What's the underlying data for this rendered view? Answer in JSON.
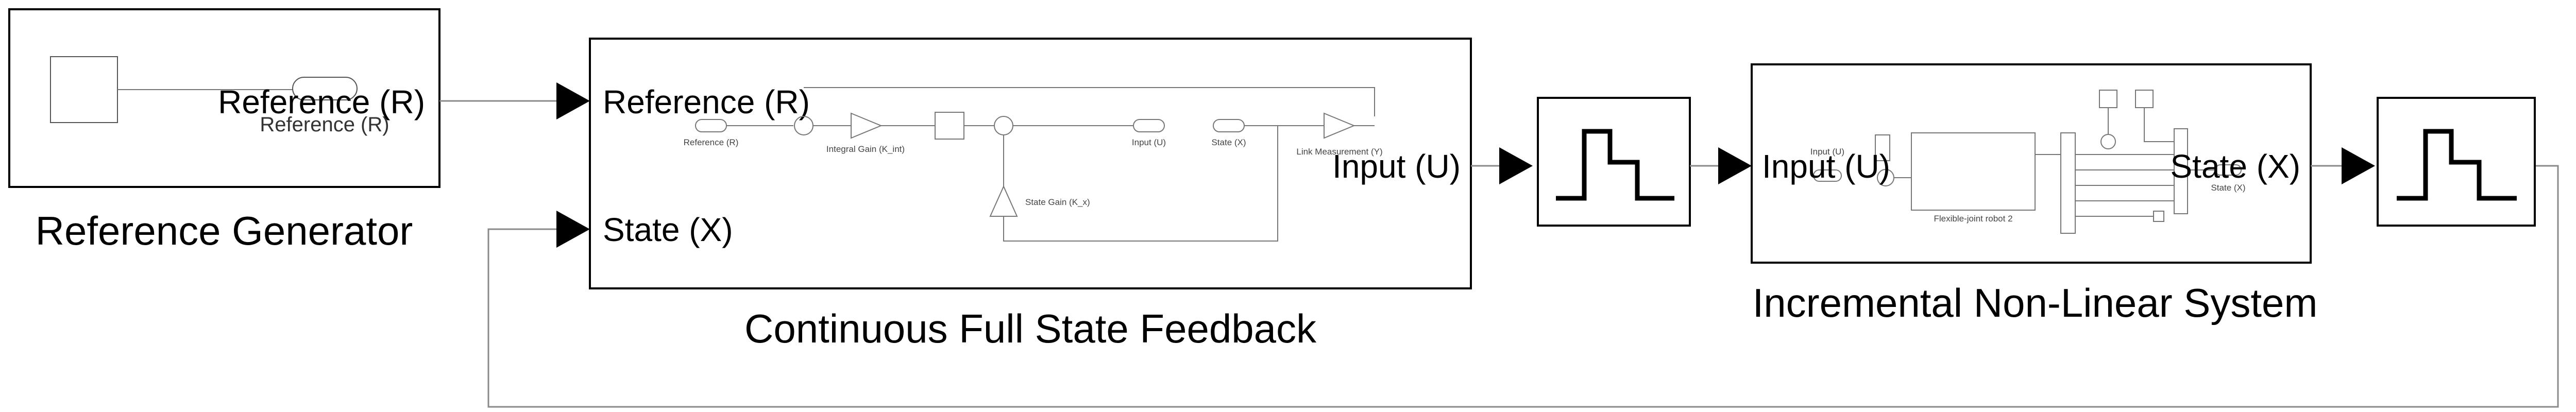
{
  "blocks": {
    "reference_generator": {
      "caption": "Reference Generator",
      "port_label": "Reference (R)",
      "inner_label": "Reference (R)"
    },
    "controller": {
      "caption": "Continuous Full State Feedback",
      "in_ports": [
        "Reference (R)",
        "State (X)"
      ],
      "out_port": "Input (U)",
      "inner": {
        "reference": "Reference (R)",
        "integral_gain": "Integral Gain (K_int)",
        "state_gain": "State Gain (K_x)",
        "input": "Input (U)",
        "state": "State (X)",
        "link_measurement": "Link Measurement (Y)"
      }
    },
    "plant": {
      "caption": "Incremental Non-Linear System",
      "in_port": "Input (U)",
      "out_port": "State (X)",
      "inner": {
        "input": "Input (U)",
        "robot": "Flexible-joint robot 2",
        "state": "State (X)"
      }
    }
  }
}
